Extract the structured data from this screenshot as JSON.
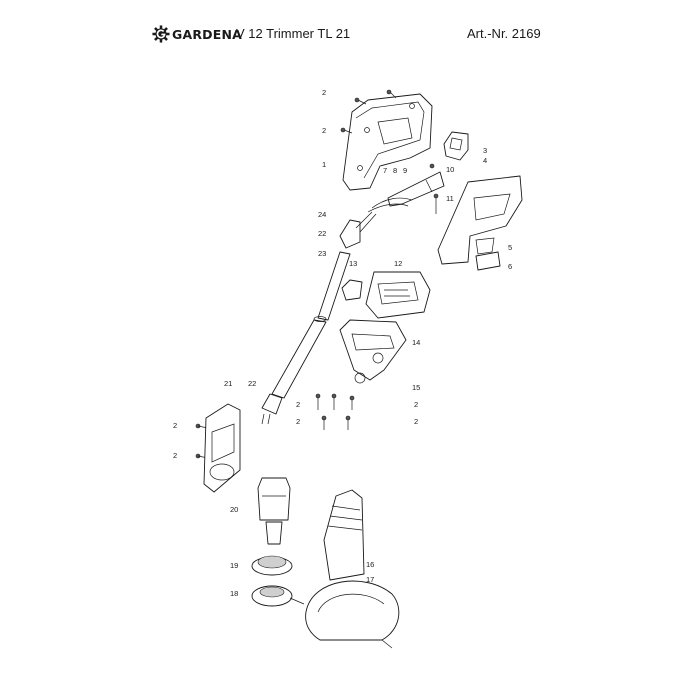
{
  "header": {
    "brand": "GARDENA",
    "model": "V 12 Trimmer TL 21",
    "article_number": "Art.-Nr. 2169"
  },
  "callouts": [
    {
      "id": "c-2a",
      "text": "2"
    },
    {
      "id": "c-2b",
      "text": "2"
    },
    {
      "id": "c-1",
      "text": "1"
    },
    {
      "id": "c-7",
      "text": "7"
    },
    {
      "id": "c-8",
      "text": "8"
    },
    {
      "id": "c-9",
      "text": "9"
    },
    {
      "id": "c-3",
      "text": "3"
    },
    {
      "id": "c-4",
      "text": "4"
    },
    {
      "id": "c-10",
      "text": "10"
    },
    {
      "id": "c-11",
      "text": "11"
    },
    {
      "id": "c-24",
      "text": "24"
    },
    {
      "id": "c-22a",
      "text": "22"
    },
    {
      "id": "c-23",
      "text": "23"
    },
    {
      "id": "c-5",
      "text": "5"
    },
    {
      "id": "c-6",
      "text": "6"
    },
    {
      "id": "c-13",
      "text": "13"
    },
    {
      "id": "c-12",
      "text": "12"
    },
    {
      "id": "c-14",
      "text": "14"
    },
    {
      "id": "c-21",
      "text": "21"
    },
    {
      "id": "c-22b",
      "text": "22"
    },
    {
      "id": "c-15",
      "text": "15"
    },
    {
      "id": "c-2c",
      "text": "2"
    },
    {
      "id": "c-2d",
      "text": "2"
    },
    {
      "id": "c-2e",
      "text": "2"
    },
    {
      "id": "c-2f",
      "text": "2"
    },
    {
      "id": "c-2g",
      "text": "2"
    },
    {
      "id": "c-2h",
      "text": "2"
    },
    {
      "id": "c-20",
      "text": "20"
    },
    {
      "id": "c-19",
      "text": "19"
    },
    {
      "id": "c-18",
      "text": "18"
    },
    {
      "id": "c-16",
      "text": "16"
    },
    {
      "id": "c-17",
      "text": "17"
    }
  ]
}
